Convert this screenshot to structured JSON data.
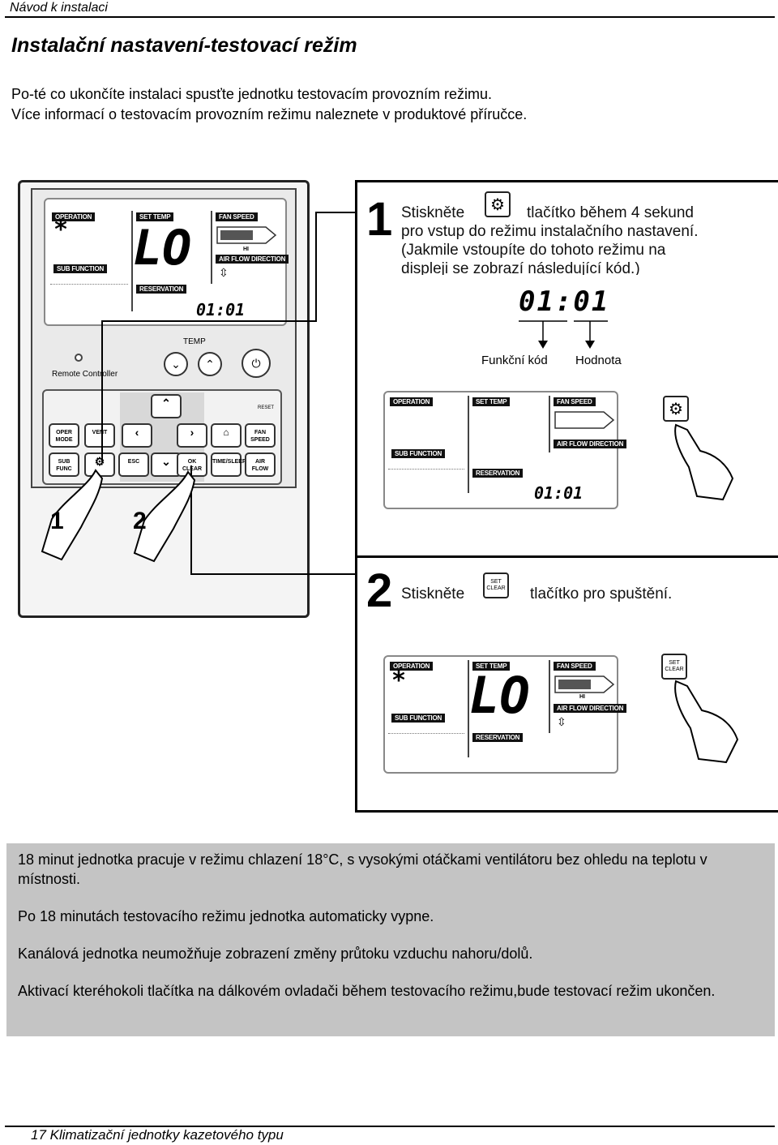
{
  "header": {
    "title": "Návod k instalaci"
  },
  "section_title": "Instalační nastavení-testovací režim",
  "intro": [
    "Po-té co ukončíte instalaci spusťte jednotku testovacím provozním režimu.",
    "Více informací o testovacím provozním režimu naleznete v produktové příručce."
  ],
  "controller": {
    "lcd": {
      "operation": "OPERATION",
      "set_temp": "SET TEMP",
      "fan_speed": "FAN SPEED",
      "sub_function": "SUB FUNCTION",
      "reservation": "RESERVATION",
      "air_flow": "AIR FLOW DIRECTION",
      "main_code": "LO",
      "small_code": "01:01",
      "fan_level": "HI"
    },
    "temp_label": "TEMP",
    "remote_label": "Remote Controller",
    "reset_label": "RESET",
    "keys": {
      "oper_mode": "OPER MODE",
      "vent": "VENT",
      "fan_speed": "FAN SPEED",
      "sub_func": "SUB FUNC",
      "esc": "ESC",
      "ok_clear": "OK CLEAR",
      "time_sleep": "TIME/SLEEP",
      "air_flow": "AIR FLOW"
    },
    "finger_1": "1",
    "finger_2": "2"
  },
  "step1": {
    "number": "1",
    "press": "Stiskněte",
    "after": "tlačítko  během 4 sekund",
    "line2": "pro vstup do režimu instalačního nastavení.",
    "line3": "(Jakmile vstoupíte do tohoto režimu na",
    "line4": "displeji se zobrazí následující kód.)",
    "code": "01:01",
    "code_left_label": "Funkční kód",
    "code_right_label": "Hodnota",
    "lcd_code": "01:01"
  },
  "step2": {
    "number": "2",
    "press": "Stiskněte",
    "after": "tlačítko pro spuštění.",
    "set_clear_top": "SET",
    "set_clear_bottom": "CLEAR",
    "lcd_main": "LO",
    "lcd_fan": "HI"
  },
  "info": [
    "18 minut jednotka pracuje v režimu chlazení 18°C, s vysokými otáčkami ventilátoru bez ohledu na teplotu v místnosti.",
    "Po 18 minutách testovacího režimu jednotka automaticky vypne.",
    "Kanálová jednotka neumožňuje zobrazení změny průtoku vzduchu nahoru/dolů.",
    "Aktivací kteréhokoli tlačítka na dálkovém ovladači během testovacího režimu,bude testovací režim ukončen."
  ],
  "footer": "17 Klimatizační jednotky kazetového typu"
}
